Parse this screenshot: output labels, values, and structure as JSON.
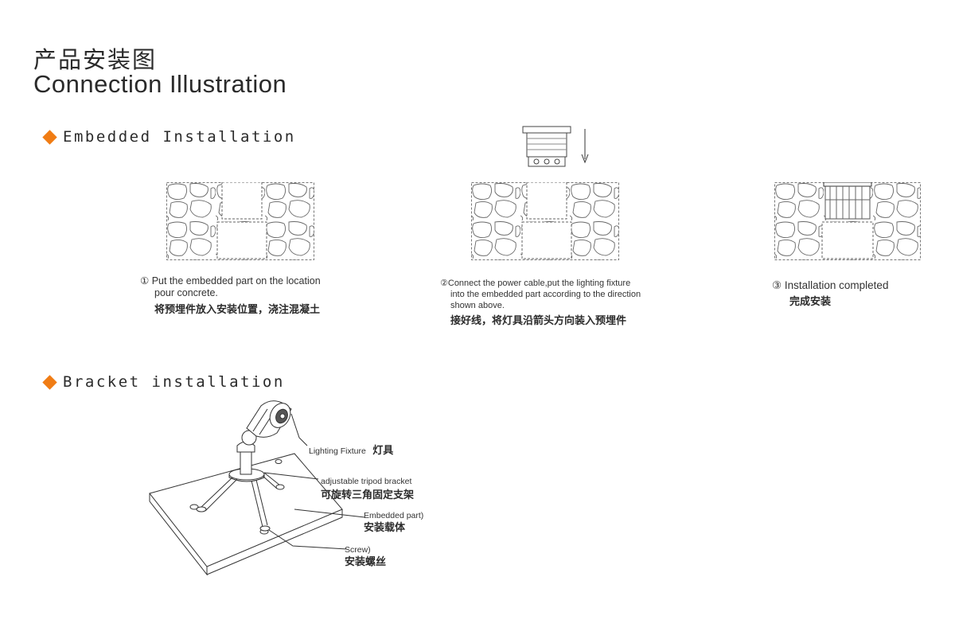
{
  "header": {
    "title_cn": "产品安装图",
    "title_en": "Connection Illustration"
  },
  "embedded": {
    "heading": "Embedded Installation",
    "steps": [
      {
        "num": "①",
        "text_en_1": "Put the embedded part on the location",
        "text_en_2": "pour concrete.",
        "text_cn": "将预埋件放入安装位置，浇注混凝土"
      },
      {
        "num": "②",
        "text_en_1": "Connect the power cable,put the lighting fixture",
        "text_en_2": "into the embedded part according to the direction",
        "text_en_3": "shown above.",
        "text_cn": "接好线，将灯具沿箭头方向装入预埋件"
      },
      {
        "num": "③",
        "text_en_1": "Installation completed",
        "text_cn": "完成安装"
      }
    ]
  },
  "bracket": {
    "heading": "Bracket installation",
    "labels": [
      {
        "en": "Lighting Fixture",
        "cn": "灯具"
      },
      {
        "en": "adjustable tripod bracket",
        "cn": "可旋转三角固定支架"
      },
      {
        "en": "Embedded part)",
        "cn": "安装载体"
      },
      {
        "en": "Screw)",
        "cn": "安装螺丝"
      }
    ]
  },
  "colors": {
    "accent": "#f07c14",
    "line": "#555555"
  }
}
